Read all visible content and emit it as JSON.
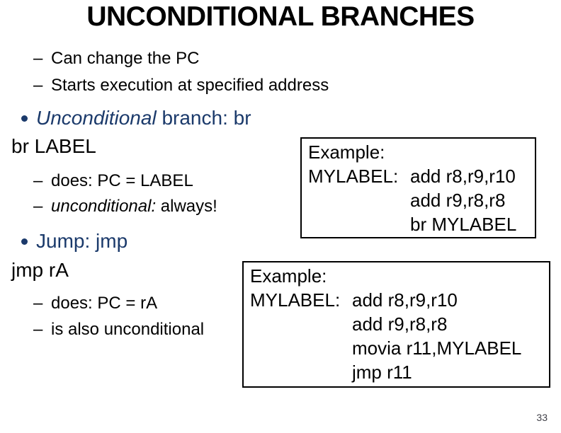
{
  "slide": {
    "title": "UNCONDITIONAL BRANCHES",
    "page_number": "33",
    "bullet_marker": "– ",
    "colors": {
      "accent_blue": "#1b3a6b",
      "text": "#000000",
      "background": "#ffffff",
      "page_number": "#404048"
    },
    "intro_bullets": [
      "Can change the PC",
      "Starts execution at specified address"
    ],
    "sections": [
      {
        "heading_italic": "Unconditional",
        "heading_rest": " branch: br",
        "syntax_line": "br LABEL",
        "sub_bullets": [
          {
            "italic": "",
            "text": "does: PC = LABEL"
          },
          {
            "italic": "unconditional:",
            "text": " always!"
          }
        ],
        "example": {
          "lines": [
            {
              "label": "Example:",
              "code": ""
            },
            {
              "label": "MYLABEL: ",
              "code": "add r8,r9,r10"
            },
            {
              "label": "",
              "code": "add r9,r8,r8"
            },
            {
              "label": "",
              "code": "br MYLABEL"
            }
          ]
        }
      },
      {
        "heading_italic": "",
        "heading_rest": "Jump: jmp",
        "syntax_line": "jmp rA",
        "sub_bullets": [
          {
            "italic": "",
            "text": "does: PC = rA"
          },
          {
            "italic": "",
            "text": "is also unconditional"
          }
        ],
        "example": {
          "lines": [
            {
              "label": "Example:",
              "code": ""
            },
            {
              "label": "MYLABEL: ",
              "code": "add r8,r9,r10"
            },
            {
              "label": "",
              "code": "add r9,r8,r8"
            },
            {
              "label": "",
              "code": "movia r11,MYLABEL"
            },
            {
              "label": "",
              "code": "jmp r11"
            }
          ]
        }
      }
    ]
  }
}
